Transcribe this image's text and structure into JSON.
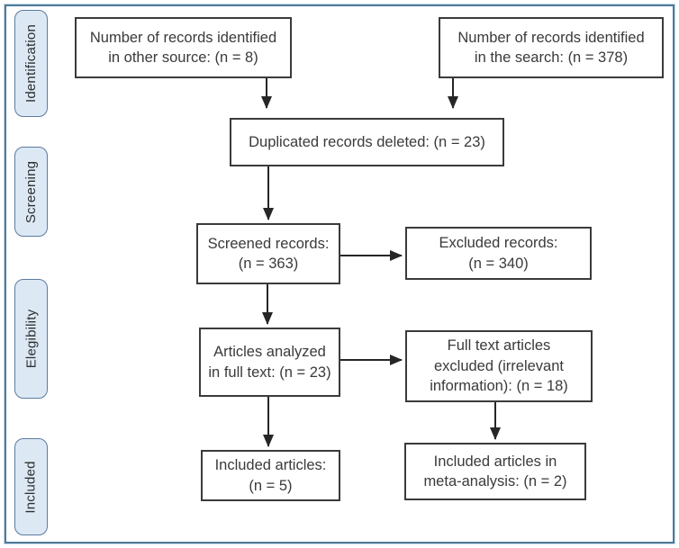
{
  "stages": [
    {
      "id": "identification",
      "label": "Identification"
    },
    {
      "id": "screening",
      "label": "Screening"
    },
    {
      "id": "elegibility",
      "label": "Elegibility"
    },
    {
      "id": "included",
      "label": "Included"
    }
  ],
  "boxes": {
    "records_other_source": {
      "text": "Number of records identified\nin other source: (n = 8)",
      "n": 8
    },
    "records_search": {
      "text": "Number of records identified\nin the search: (n = 378)",
      "n": 378
    },
    "duplicates_deleted": {
      "text": "Duplicated records deleted: (n = 23)",
      "n": 23
    },
    "screened_records": {
      "text": "Screened records:\n(n = 363)",
      "n": 363
    },
    "excluded_records": {
      "text": "Excluded records:\n(n = 340)",
      "n": 340
    },
    "full_text_analyzed": {
      "text": "Articles analyzed\nin full text: (n = 23)",
      "n": 23
    },
    "full_text_excluded": {
      "text": "Full text articles\nexcluded (irrelevant\ninformation): (n = 18)",
      "n": 18
    },
    "included_articles": {
      "text": "Included articles:\n(n = 5)",
      "n": 5
    },
    "included_meta_analysis": {
      "text": "Included articles in\nmeta-analysis: (n = 2)",
      "n": 2
    }
  },
  "colors": {
    "frame_border": "#4e7a99",
    "stage_fill": "#dce9f5",
    "stage_border": "#5c7b9e",
    "box_border": "#3b3b3b",
    "text": "#3a3a3a",
    "arrow": "#262626",
    "page_bg": "#ffffff"
  }
}
